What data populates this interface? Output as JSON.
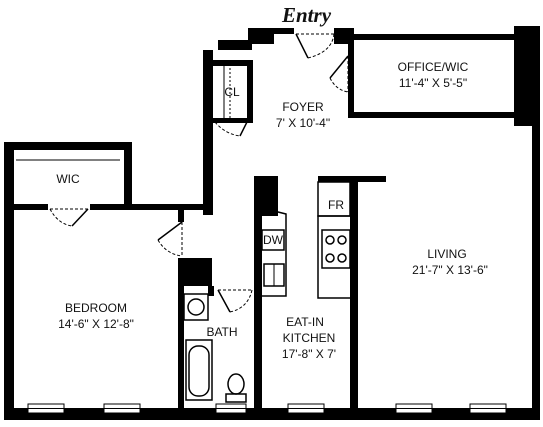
{
  "title": "Entry",
  "rooms": {
    "office": {
      "name": "OFFICE/WIC",
      "dims": "11'-4\" X 5'-5\""
    },
    "closet": {
      "name": "CL"
    },
    "foyer": {
      "name": "FOYER",
      "dims": "7' X 10'-4\""
    },
    "wic": {
      "name": "WIC"
    },
    "fridge": {
      "name": "FR"
    },
    "dishwasher": {
      "name": "DW"
    },
    "living": {
      "name": "LIVING",
      "dims": "21'-7\" X 13'-6\""
    },
    "bedroom": {
      "name": "BEDROOM",
      "dims": "14'-6\" X 12'-8\""
    },
    "bath": {
      "name": "BATH"
    },
    "kitchen": {
      "name": "EAT-IN",
      "name2": "KITCHEN",
      "dims": "17'-8\" X 7'"
    }
  }
}
